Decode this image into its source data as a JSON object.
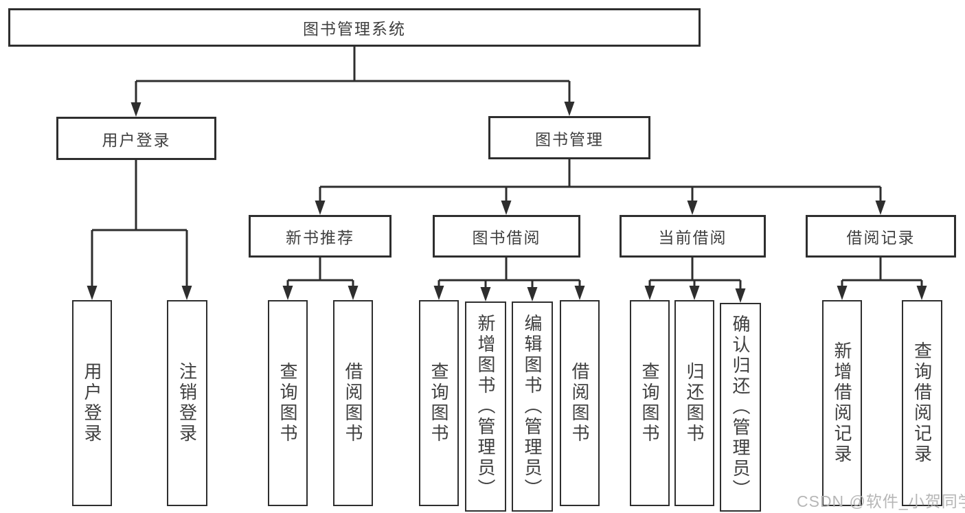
{
  "diagram": {
    "root": {
      "label": "图书管理系统"
    },
    "branches": [
      {
        "label": "用户登录",
        "children": [
          {
            "label": "用户登录"
          },
          {
            "label": "注销登录"
          }
        ]
      },
      {
        "label": "图书管理",
        "children": [
          {
            "label": "新书推荐",
            "children": [
              {
                "label": "查询图书"
              },
              {
                "label": "借阅图书"
              }
            ]
          },
          {
            "label": "图书借阅",
            "children": [
              {
                "label": "查询图书"
              },
              {
                "label": "新增图书（管理员）"
              },
              {
                "label": "编辑图书（管理员）"
              },
              {
                "label": "借阅图书"
              }
            ]
          },
          {
            "label": "当前借阅",
            "children": [
              {
                "label": "查询图书"
              },
              {
                "label": "归还图书"
              },
              {
                "label": "确认归还（管理员）"
              }
            ]
          },
          {
            "label": "借阅记录",
            "children": [
              {
                "label": "新增借阅记录"
              },
              {
                "label": "查询借阅记录"
              }
            ]
          }
        ]
      }
    ]
  },
  "watermark": {
    "text": "CSDN @软件_小贺同学"
  },
  "colors": {
    "line": "#2e2e2e",
    "text": "#3f3f3f",
    "background": "#ffffff",
    "watermark": "#b3b3b3"
  }
}
